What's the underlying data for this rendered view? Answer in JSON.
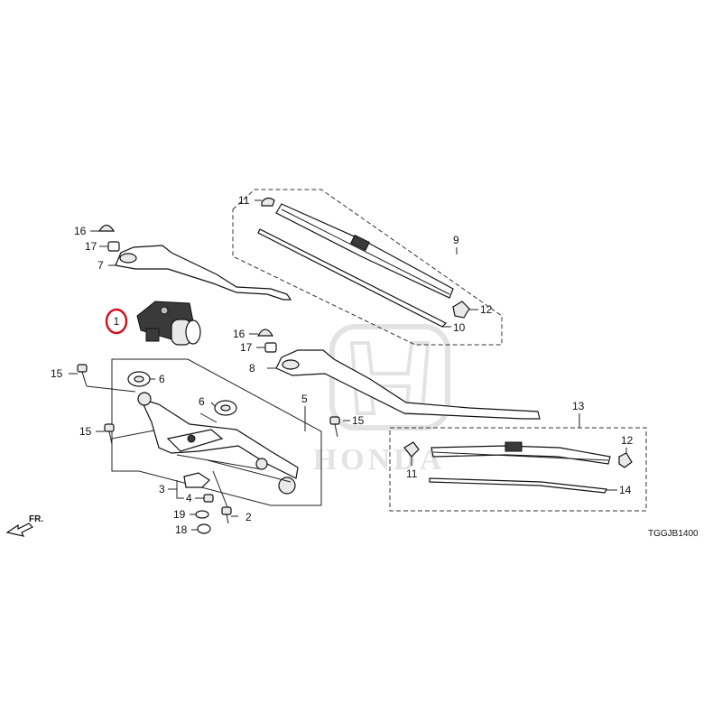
{
  "diagram": {
    "code": "TGGJB1400",
    "direction_label": "FR.",
    "watermark_text": "HONDA",
    "highlight_color": "#d0101a",
    "highlighted_part": "1",
    "callouts": {
      "c1": "1",
      "c2": "2",
      "c3": "3",
      "c4": "4",
      "c5": "5",
      "c6a": "6",
      "c6b": "6",
      "c7": "7",
      "c8": "8",
      "c9": "9",
      "c10": "10",
      "c11a": "11",
      "c11b": "11",
      "c12a": "12",
      "c12b": "12",
      "c13": "13",
      "c14": "14",
      "c15a": "15",
      "c15b": "15",
      "c15c": "15",
      "c16a": "16",
      "c16b": "16",
      "c17a": "17",
      "c17b": "17",
      "c18": "18",
      "c19": "19"
    }
  }
}
